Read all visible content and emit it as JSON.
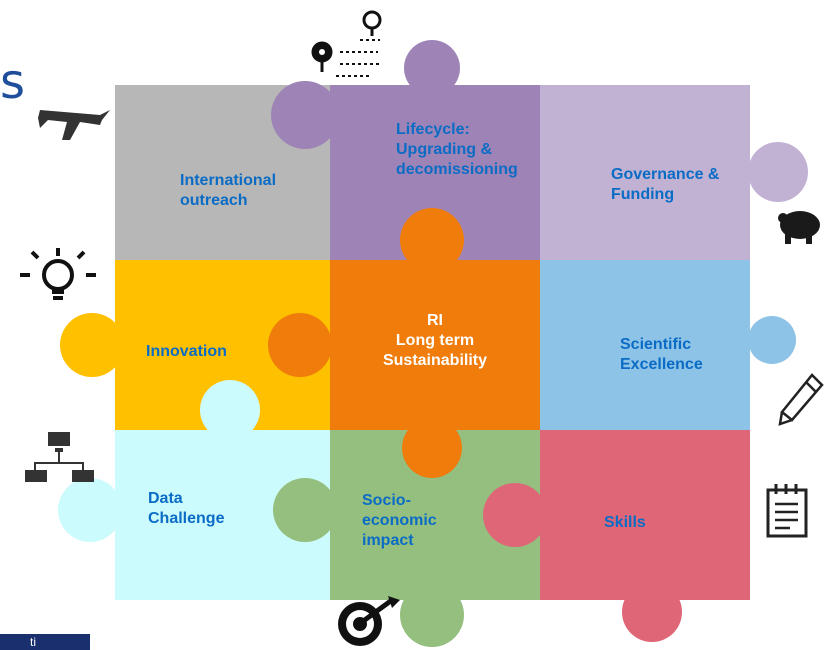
{
  "heading_fragment": "s",
  "footer_tab": "ti",
  "center": {
    "label": "RI\nLong term\nSustainability"
  },
  "pieces": [
    {
      "id": "international-outreach",
      "label": "International\noutreach",
      "color": "#b7b7b7"
    },
    {
      "id": "lifecycle",
      "label": "Lifecycle:\nUpgrading &\ndecomissioning",
      "color": "#9e84b6"
    },
    {
      "id": "governance-funding",
      "label": "Governance &\nFunding",
      "color": "#c1b2d3"
    },
    {
      "id": "innovation",
      "label": "Innovation",
      "color": "#ffc000"
    },
    {
      "id": "scientific-excellence",
      "label": "Scientific\nExcellence",
      "color": "#8dc3e6"
    },
    {
      "id": "data-challenge",
      "label": "Data\nChallenge",
      "color": "#ccfbfd"
    },
    {
      "id": "socio-economic-impact",
      "label": "Socio-\neconomic\nimpact",
      "color": "#94bf7f"
    },
    {
      "id": "skills",
      "label": "Skills",
      "color": "#de6677"
    }
  ],
  "center_color": "#ef7c0b",
  "icons": [
    "route-pin-icon",
    "airplane-icon",
    "piggy-bank-icon",
    "lightbulb-icon",
    "pencil-icon",
    "network-icon",
    "notepad-icon",
    "target-icon"
  ]
}
